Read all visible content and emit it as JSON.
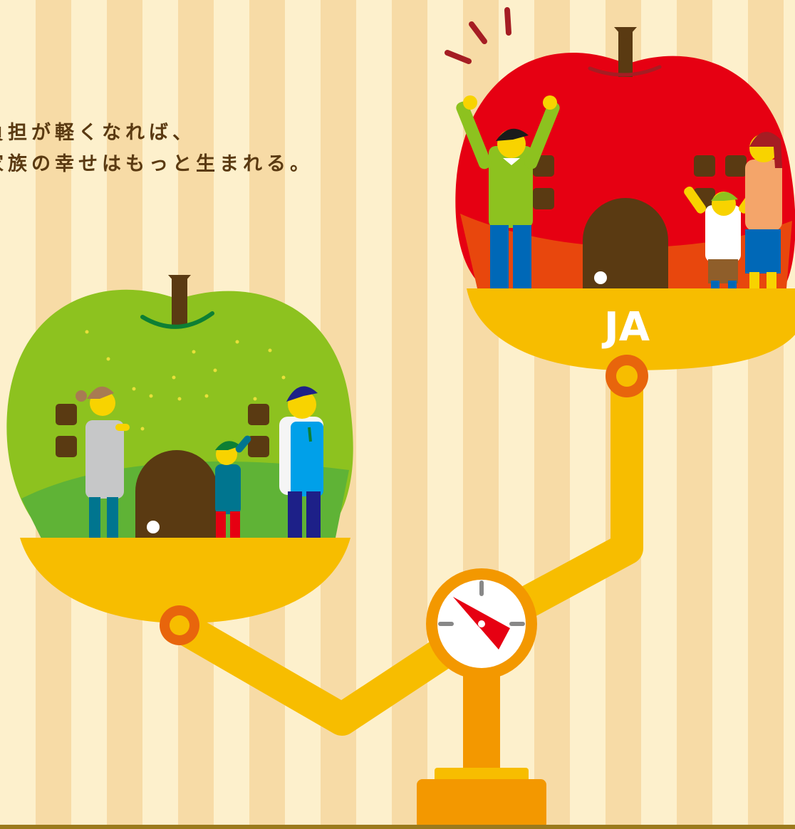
{
  "headline": {
    "line1": "負担が軽くなれば、",
    "line2": "家族の幸せはもっと生まれる。"
  },
  "right_pan_label": "JA",
  "colors": {
    "stripe_light": "#fdf0cc",
    "stripe_dark": "#f7dba6",
    "green_apple": "#8dc21f",
    "red_apple": "#e60012",
    "scale_yellow": "#f7bd00",
    "ring_orange": "#e8650c",
    "text_brown": "#5a3a12"
  },
  "icons": [
    "apple-house-icon",
    "scale-gauge-icon",
    "family-figure-icon"
  ]
}
